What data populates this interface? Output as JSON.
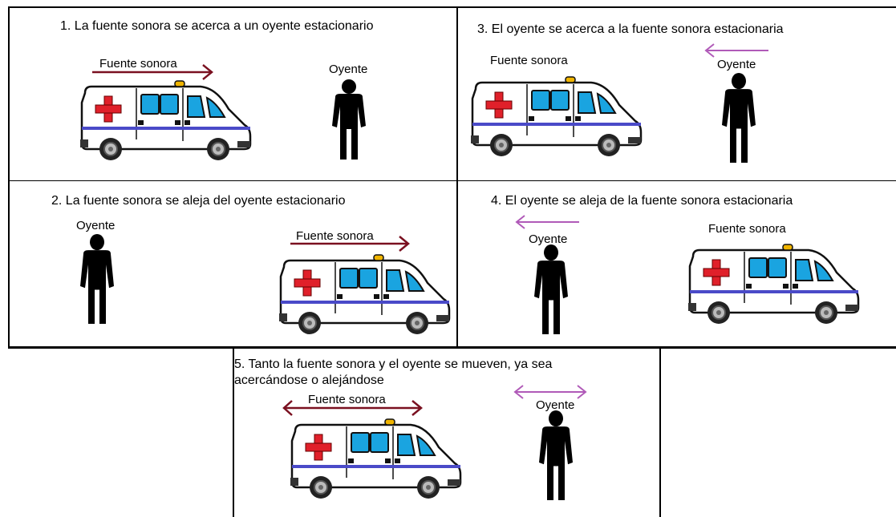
{
  "colors": {
    "source_arrow": "#7a1020",
    "listener_arrow": "#b05ab8",
    "stripe": "#4a4ac8",
    "cross": "#e0202a",
    "window": "#1aa4e0",
    "light": "#f0b400"
  },
  "icons": [
    "ambulance-icon",
    "person-icon",
    "arrow-right-icon",
    "arrow-left-icon",
    "double-arrow-icon"
  ],
  "panels": [
    {
      "caption": "1. La fuente sonora se acerca a un oyente estacionario",
      "source_label": "Fuente sonora",
      "listener_label": "Oyente"
    },
    {
      "caption": "2. La fuente sonora se aleja del oyente estacionario",
      "source_label": "Fuente sonora",
      "listener_label": "Oyente"
    },
    {
      "caption": "3. El oyente se acerca a la fuente sonora estacionaria",
      "source_label": "Fuente sonora",
      "listener_label": "Oyente"
    },
    {
      "caption": "4. El oyente se aleja de la fuente sonora estacionaria",
      "source_label": "Fuente sonora",
      "listener_label": "Oyente"
    },
    {
      "caption_line1": "5. Tanto la fuente sonora y el oyente se mueven, ya sea",
      "caption_line2": "acercándose o alejándose",
      "source_label": "Fuente sonora",
      "listener_label": "Oyente"
    }
  ]
}
